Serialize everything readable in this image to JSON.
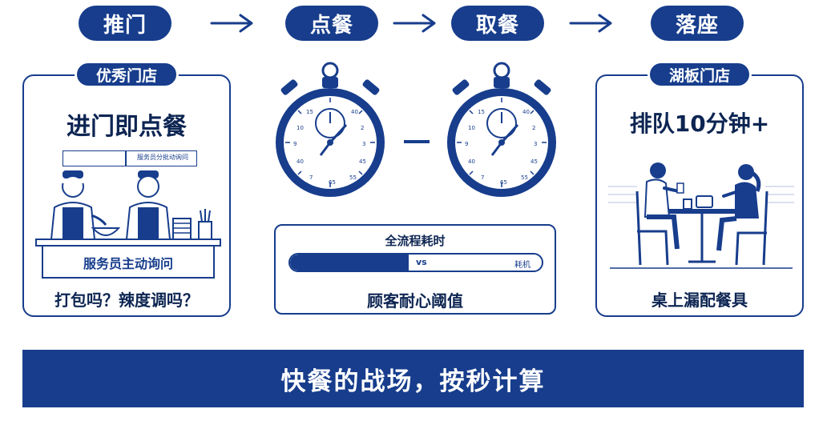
{
  "steps": [
    {
      "label": "推门"
    },
    {
      "label": "点餐"
    },
    {
      "label": "取餐"
    },
    {
      "label": "落座"
    }
  ],
  "left_card": {
    "tag": "优秀门店",
    "title": "进门即点餐",
    "sign_text": "服务员分批动询问",
    "counter_label": "服务员主动询问",
    "bottom": "打包吗？辣度调吗？"
  },
  "right_card": {
    "tag": "湖板门店",
    "title": "排队10分钟+",
    "bottom": "桌上漏配餐具"
  },
  "timers": {
    "dial_numbers": [
      "15",
      "10",
      "9",
      "40",
      "7",
      "65",
      "55",
      "45",
      "40",
      "3",
      "2"
    ]
  },
  "progress": {
    "title": "全流程耗时",
    "fill_fraction": 0.47,
    "vs_label": "vs",
    "right_label": "耗机",
    "bottom": "顾客耐心阈值"
  },
  "banner": {
    "text": "快餐的战场，按秒计算"
  },
  "colors": {
    "primary": "#173d8c",
    "text_dark": "#0d2552",
    "background": "#ffffff"
  }
}
